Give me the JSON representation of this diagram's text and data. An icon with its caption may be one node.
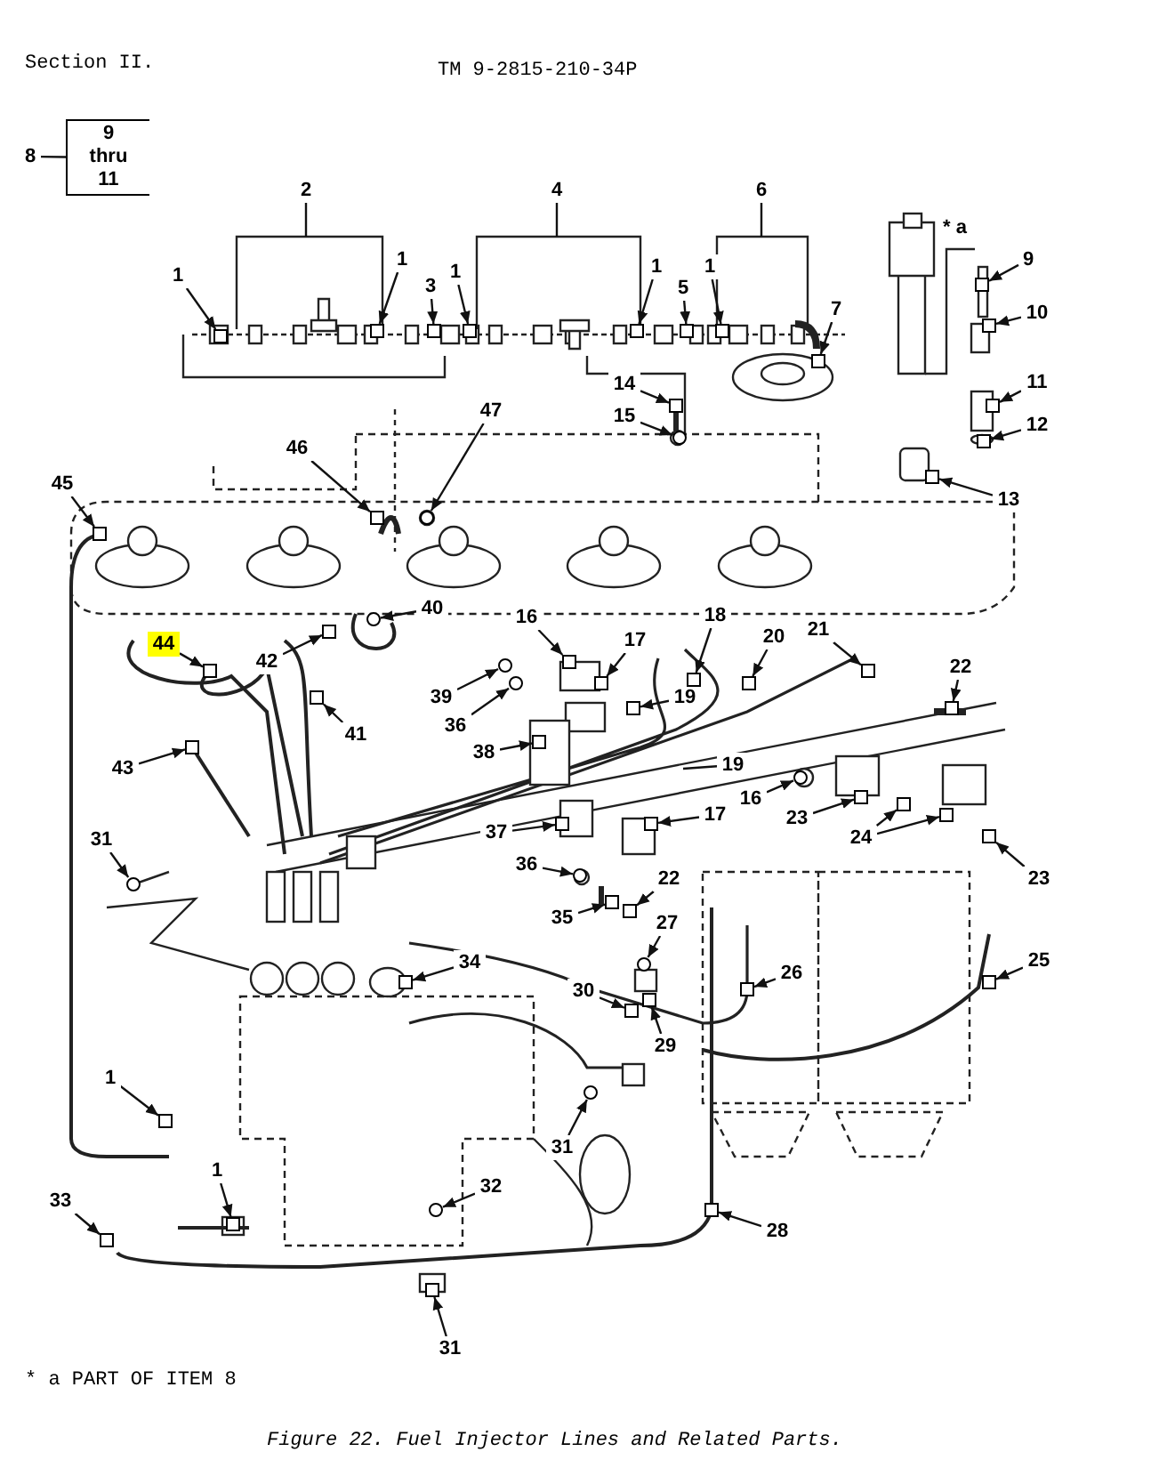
{
  "diagram": {
    "caption": "Figure 22. Fuel Injector Lines and Related Parts.",
    "nodes": [
      {
        "text": [
          "9 thru 11"
        ]
      },
      {
        "text": [
          "8"
        ]
      },
      {
        "text": [
          "2"
        ]
      },
      {
        "text": [
          "4"
        ]
      },
      {
        "text": [
          "6"
        ]
      },
      {
        "text": [
          "1"
        ]
      },
      {
        "text": [
          "1"
        ]
      },
      {
        "text": [
          "3"
        ]
      },
      {
        "text": [
          "1"
        ]
      },
      {
        "text": [
          "1"
        ]
      },
      {
        "text": [
          "5"
        ]
      },
      {
        "text": [
          "1"
        ]
      },
      {
        "text": [
          "7"
        ]
      },
      {
        "text": [
          "9"
        ]
      },
      {
        "text": [
          "10"
        ]
      },
      {
        "text": [
          "11"
        ]
      },
      {
        "text": [
          "14"
        ]
      },
      {
        "text": [
          "15"
        ]
      },
      {
        "text": [
          "12"
        ]
      },
      {
        "text": [
          "47"
        ]
      },
      {
        "text": [
          "46"
        ]
      },
      {
        "text": [
          "45"
        ]
      },
      {
        "text": [
          "13"
        ]
      },
      {
        "text": [
          "40"
        ]
      },
      {
        "text": [
          "16"
        ]
      },
      {
        "text": [
          "18"
        ]
      },
      {
        "text": [
          "21"
        ]
      },
      {
        "text": [
          "20"
        ]
      },
      {
        "text": [
          "17"
        ]
      },
      {
        "text": [
          "44"
        ]
      },
      {
        "text": [
          "42"
        ]
      },
      {
        "text": [
          "22"
        ]
      },
      {
        "text": [
          "39"
        ]
      },
      {
        "text": [
          "19"
        ]
      },
      {
        "text": [
          "36"
        ]
      },
      {
        "text": [
          "41"
        ]
      },
      {
        "text": [
          "38"
        ]
      },
      {
        "text": [
          "19"
        ]
      },
      {
        "text": [
          "43"
        ]
      },
      {
        "text": [
          "16"
        ]
      },
      {
        "text": [
          "17"
        ]
      },
      {
        "text": [
          "23"
        ]
      },
      {
        "text": [
          "24"
        ]
      },
      {
        "text": [
          "37"
        ]
      },
      {
        "text": [
          "31"
        ]
      },
      {
        "text": [
          "36"
        ]
      },
      {
        "text": [
          "22"
        ]
      },
      {
        "text": [
          "23"
        ]
      },
      {
        "text": [
          "35"
        ]
      },
      {
        "text": [
          "27"
        ]
      },
      {
        "text": [
          "34"
        ]
      },
      {
        "text": [
          "25"
        ]
      },
      {
        "text": [
          "26"
        ]
      },
      {
        "text": [
          "30"
        ]
      },
      {
        "text": [
          "29"
        ]
      },
      {
        "text": [
          "1"
        ]
      },
      {
        "text": [
          "31"
        ]
      },
      {
        "text": [
          "1"
        ]
      },
      {
        "text": [
          "32"
        ]
      },
      {
        "text": [
          "33"
        ]
      },
      {
        "text": [
          "28"
        ]
      },
      {
        "text": [
          "31"
        ]
      },
      {
        "text": [],
        "shape": "box"
      },
      {
        "text": [],
        "shape": "box"
      },
      {
        "text": [],
        "shape": "box"
      },
      {
        "text": [],
        "shape": "box"
      },
      {
        "text": [],
        "shape": "box"
      },
      {
        "text": [],
        "shape": "box"
      },
      {
        "text": [],
        "shape": "box"
      },
      {
        "text": [],
        "shape": "box"
      },
      {
        "text": [],
        "shape": "box"
      },
      {
        "text": [],
        "shape": "box"
      },
      {
        "text": [],
        "shape": "box"
      },
      {
        "text": [],
        "shape": "box"
      },
      {
        "text": [],
        "shape": "circle"
      },
      {
        "text": [],
        "shape": "box"
      },
      {
        "text": [],
        "shape": "circle"
      },
      {
        "text": [],
        "shape": "box"
      },
      {
        "text": [],
        "shape": "box"
      },
      {
        "text": [],
        "shape": "box"
      },
      {
        "text": [],
        "shape": "circle"
      },
      {
        "text": [],
        "shape": "box"
      },
      {
        "text": [],
        "shape": "box"
      },
      {
        "text": [],
        "shape": "box"
      },
      {
        "text": [],
        "shape": "box"
      },
      {
        "text": [],
        "shape": "box"
      },
      {
        "text": [],
        "shape": "box"
      },
      {
        "text": [],
        "shape": "box"
      },
      {
        "text": [],
        "shape": "box"
      },
      {
        "text": [],
        "shape": "circle"
      },
      {
        "text": [],
        "shape": "box"
      },
      {
        "text": [],
        "shape": "circle"
      },
      {
        "text": [],
        "shape": "box"
      },
      {
        "text": [],
        "shape": "box"
      },
      {
        "text": [],
        "shape": "box"
      },
      {
        "text": [],
        "shape": "circle"
      },
      {
        "text": [],
        "shape": "box"
      },
      {
        "text": [],
        "shape": "box"
      },
      {
        "text": [],
        "shape": "box"
      },
      {
        "text": [],
        "shape": "box"
      },
      {
        "text": [],
        "shape": "box"
      },
      {
        "text": [],
        "shape": "circle"
      },
      {
        "text": [],
        "shape": "circle"
      },
      {
        "text": [],
        "shape": "box"
      },
      {
        "text": [],
        "shape": "box"
      },
      {
        "text": [],
        "shape": "box"
      },
      {
        "text": [],
        "shape": "circle"
      },
      {
        "text": [],
        "shape": "box"
      },
      {
        "text": [],
        "shape": "box"
      },
      {
        "text": [],
        "shape": "box"
      },
      {
        "text": [],
        "shape": "box"
      },
      {
        "text": [],
        "shape": "box"
      },
      {
        "text": [],
        "shape": "box"
      },
      {
        "text": [],
        "shape": "circle"
      },
      {
        "text": [],
        "shape": "box"
      },
      {
        "text": [],
        "shape": "circle"
      },
      {
        "text": [],
        "shape": "box"
      },
      {
        "text": [],
        "shape": "box"
      },
      {
        "text": [],
        "shape": "box"
      }
    ],
    "edges": [
      {
        "from": 1,
        "to": 0,
        "arrow": "none"
      },
      {
        "from": 2,
        "to": null,
        "arrow": "none"
      },
      {
        "from": 3,
        "to": null,
        "arrow": "none"
      },
      {
        "from": 4,
        "to": null,
        "arrow": "none"
      },
      {
        "from": 5,
        "to": 62,
        "arrow": "to"
      },
      {
        "from": 6,
        "to": 63,
        "arrow": "to"
      },
      {
        "from": 7,
        "to": 64,
        "arrow": "to"
      },
      {
        "from": 8,
        "to": 65,
        "arrow": "to"
      },
      {
        "from": 9,
        "to": 66,
        "arrow": "to"
      },
      {
        "from": 10,
        "to": 67,
        "arrow": "to"
      },
      {
        "from": 11,
        "to": 68,
        "arrow": "to"
      },
      {
        "from": 12,
        "to": 69,
        "arrow": "to"
      },
      {
        "from": 13,
        "to": 70,
        "arrow": "to"
      },
      {
        "from": 14,
        "to": 71,
        "arrow": "to"
      },
      {
        "from": 15,
        "to": 72,
        "arrow": "to"
      },
      {
        "from": 16,
        "to": 73,
        "arrow": "to"
      },
      {
        "from": 17,
        "to": 74,
        "arrow": "to"
      },
      {
        "from": 18,
        "to": 75,
        "arrow": "to"
      },
      {
        "from": 19,
        "to": 76,
        "arrow": "to"
      },
      {
        "from": 20,
        "to": 77,
        "arrow": "to"
      },
      {
        "from": 21,
        "to": 78,
        "arrow": "to"
      },
      {
        "from": 22,
        "to": 79,
        "arrow": "to"
      },
      {
        "from": 23,
        "to": 80,
        "arrow": "to"
      },
      {
        "from": 24,
        "to": 81,
        "arrow": "to"
      },
      {
        "from": 25,
        "to": 82,
        "arrow": "to"
      },
      {
        "from": 26,
        "to": 83,
        "arrow": "to"
      },
      {
        "from": 27,
        "to": 84,
        "arrow": "to"
      },
      {
        "from": 28,
        "to": 85,
        "arrow": "to"
      },
      {
        "from": 29,
        "to": 86,
        "arrow": "to"
      },
      {
        "from": 30,
        "to": 87,
        "arrow": "to"
      },
      {
        "from": 31,
        "to": 88,
        "arrow": "to"
      },
      {
        "from": 32,
        "to": 89,
        "arrow": "to"
      },
      {
        "from": 33,
        "to": 90,
        "arrow": "to"
      },
      {
        "from": 34,
        "to": 91,
        "arrow": "to"
      },
      {
        "from": 35,
        "to": 92,
        "arrow": "to"
      },
      {
        "from": 36,
        "to": 93,
        "arrow": "to"
      },
      {
        "from": 37,
        "to": null,
        "arrow": "none"
      },
      {
        "from": 38,
        "to": 94,
        "arrow": "to"
      },
      {
        "from": 39,
        "to": 95,
        "arrow": "to"
      },
      {
        "from": 40,
        "to": 96,
        "arrow": "to"
      },
      {
        "from": 41,
        "to": 97,
        "arrow": "to"
      },
      {
        "from": 42,
        "to": 98,
        "arrow": "to"
      },
      {
        "from": 42,
        "to": 99,
        "arrow": "to"
      },
      {
        "from": 43,
        "to": 100,
        "arrow": "to"
      },
      {
        "from": 44,
        "to": 101,
        "arrow": "to"
      },
      {
        "from": 45,
        "to": 102,
        "arrow": "to"
      },
      {
        "from": 46,
        "to": 103,
        "arrow": "to"
      },
      {
        "from": 47,
        "to": 104,
        "arrow": "to"
      },
      {
        "from": 48,
        "to": 105,
        "arrow": "to"
      },
      {
        "from": 49,
        "to": 106,
        "arrow": "to"
      },
      {
        "from": 50,
        "to": 107,
        "arrow": "to"
      },
      {
        "from": 51,
        "to": 108,
        "arrow": "to"
      },
      {
        "from": 52,
        "to": 109,
        "arrow": "to"
      },
      {
        "from": 53,
        "to": 110,
        "arrow": "to"
      },
      {
        "from": 54,
        "to": 111,
        "arrow": "to"
      },
      {
        "from": 55,
        "to": 112,
        "arrow": "to"
      },
      {
        "from": 56,
        "to": 113,
        "arrow": "to"
      },
      {
        "from": 57,
        "to": 114,
        "arrow": "to"
      },
      {
        "from": 58,
        "to": 115,
        "arrow": "to"
      },
      {
        "from": 59,
        "to": 116,
        "arrow": "to"
      },
      {
        "from": 60,
        "to": 117,
        "arrow": "to"
      },
      {
        "from": 61,
        "to": 118,
        "arrow": "to"
      }
    ],
    "labels": [
      "Section II.",
      "TM 9-2815-210-34P",
      "* a",
      "* a PART OF ITEM 8"
    ]
  }
}
